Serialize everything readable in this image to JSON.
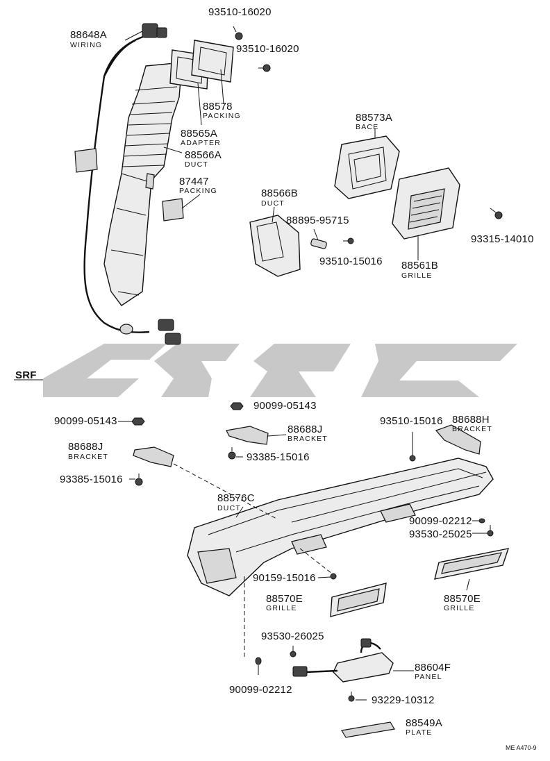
{
  "section_label": "SRF",
  "figure_code": "ME  A470-9",
  "parts": [
    {
      "id": "p1",
      "number": "88648A",
      "name": "WIRING"
    },
    {
      "id": "p2",
      "number": "93510-16020",
      "name": ""
    },
    {
      "id": "p3",
      "number": "93510-16020",
      "name": ""
    },
    {
      "id": "p4",
      "number": "88578",
      "name": "PACKING"
    },
    {
      "id": "p5",
      "number": "88565A",
      "name": "ADAPTER"
    },
    {
      "id": "p6",
      "number": "88566A",
      "name": "DUCT"
    },
    {
      "id": "p7",
      "number": "87447",
      "name": "PACKING"
    },
    {
      "id": "p8",
      "number": "88573A",
      "name": "BACE"
    },
    {
      "id": "p9",
      "number": "88566B",
      "name": "DUCT"
    },
    {
      "id": "p10",
      "number": "88895-95715",
      "name": ""
    },
    {
      "id": "p11",
      "number": "93510-15016",
      "name": ""
    },
    {
      "id": "p12",
      "number": "88561B",
      "name": "GRILLE"
    },
    {
      "id": "p13",
      "number": "93315-14010",
      "name": ""
    },
    {
      "id": "p14",
      "number": "90099-05143",
      "name": ""
    },
    {
      "id": "p15",
      "number": "90099-05143",
      "name": ""
    },
    {
      "id": "p16",
      "number": "88688J",
      "name": "BRACKET"
    },
    {
      "id": "p17",
      "number": "88688J",
      "name": "BRACKET"
    },
    {
      "id": "p18",
      "number": "93385-15016",
      "name": ""
    },
    {
      "id": "p19",
      "number": "93385-15016",
      "name": ""
    },
    {
      "id": "p20",
      "number": "93510-15016",
      "name": ""
    },
    {
      "id": "p21",
      "number": "88688H",
      "name": "BRACKET"
    },
    {
      "id": "p22",
      "number": "88576C",
      "name": "DUCT"
    },
    {
      "id": "p23",
      "number": "90099-02212",
      "name": ""
    },
    {
      "id": "p24",
      "number": "93530-25025",
      "name": ""
    },
    {
      "id": "p25",
      "number": "90159-15016",
      "name": ""
    },
    {
      "id": "p26",
      "number": "88570E",
      "name": "GRILLE"
    },
    {
      "id": "p27",
      "number": "88570E",
      "name": "GRILLE"
    },
    {
      "id": "p28",
      "number": "93530-26025",
      "name": ""
    },
    {
      "id": "p29",
      "number": "88604F",
      "name": "PANEL"
    },
    {
      "id": "p30",
      "number": "90099-02212",
      "name": ""
    },
    {
      "id": "p31",
      "number": "93229-10312",
      "name": ""
    },
    {
      "id": "p32",
      "number": "88549A",
      "name": "PLATE"
    }
  ]
}
